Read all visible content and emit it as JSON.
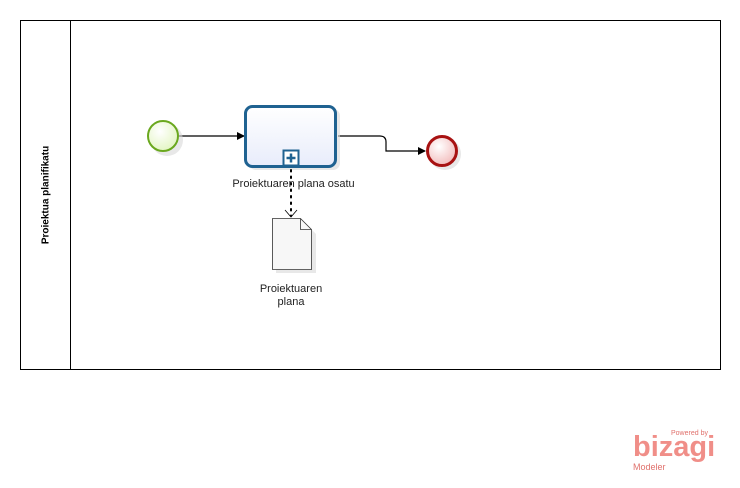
{
  "pool": {
    "lane_label": "Proiektua planifikatu"
  },
  "task": {
    "label": "Proiektuaren plana osatu",
    "marker": "collapsed-subprocess-plus-icon"
  },
  "artifact": {
    "label_line1": "Proiektuaren",
    "label_line2": "plana"
  },
  "events": {
    "start": "start-event",
    "end": "end-event"
  },
  "colors": {
    "start_stroke": "#6aa81e",
    "start_fill": "#eaf7d0",
    "end_stroke": "#a81212",
    "end_fill": "#f4c8c8",
    "task_stroke": "#1f6291",
    "task_fill": "#f2f5ff",
    "brand": "#f08e88"
  },
  "watermark": {
    "powered": "Powered by",
    "name": "bizagi",
    "sub": "Modeler"
  }
}
